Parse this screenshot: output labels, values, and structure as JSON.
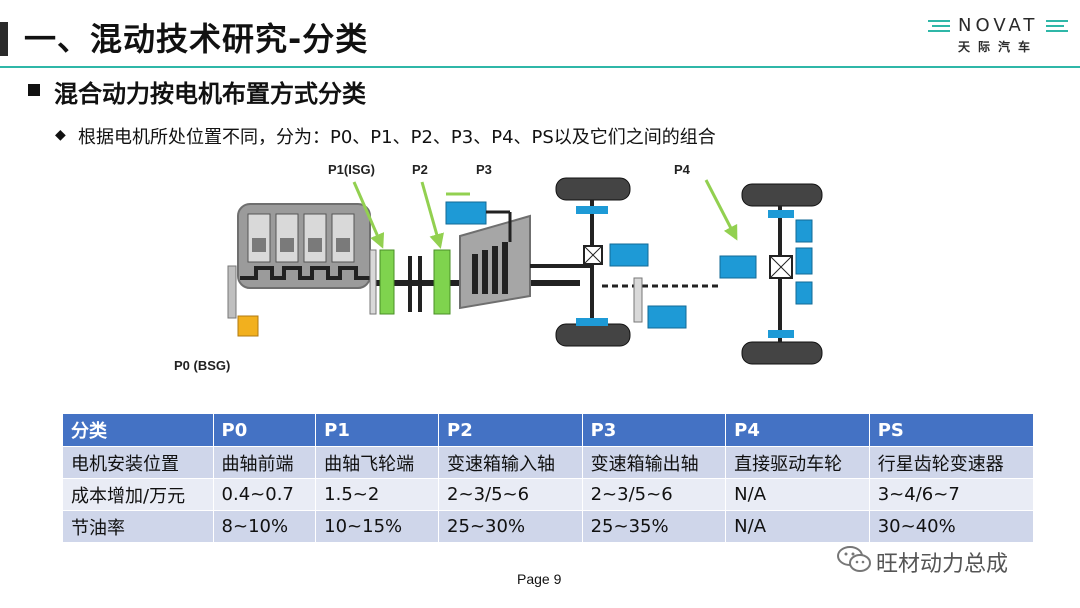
{
  "header": {
    "title": "一、混动技术研究-分类",
    "logo_word": "NOVAT",
    "logo_cn": "天际汽车"
  },
  "section": {
    "heading": "混合动力按电机布置方式分类",
    "bullet": "◆",
    "description": "根据电机所处位置不同，分为：P0、P1、P2、P3、P4、PS以及它们之间的组合"
  },
  "diagram": {
    "labels": {
      "p0": "P0 (BSG)",
      "p1": "P1(ISG)",
      "p2": "P2",
      "p3": "P3",
      "p4": "P4"
    },
    "colors": {
      "motor_blue": "#1e9ad6",
      "clutch_green": "#7fd34e",
      "bsg_orange": "#f2b01e",
      "arrow_green": "#92d050",
      "engine_gray": "#9b9b9b"
    }
  },
  "table": {
    "headers": [
      "分类",
      "P0",
      "P1",
      "P2",
      "P3",
      "P4",
      "PS"
    ],
    "rows": [
      [
        "电机安装位置",
        "曲轴前端",
        "曲轴飞轮端",
        "变速箱输入轴",
        "变速箱输出轴",
        "直接驱动车轮",
        "行星齿轮变速器"
      ],
      [
        "成本增加/万元",
        "0.4~0.7",
        "1.5~2",
        "2~3/5~6",
        "2~3/5~6",
        "N/A",
        "3~4/6~7"
      ],
      [
        "节油率",
        "8~10%",
        "10~15%",
        "25~30%",
        "25~35%",
        "N/A",
        "30~40%"
      ]
    ]
  },
  "footer": {
    "page": "Page  9",
    "watermark": "旺材动力总成"
  }
}
